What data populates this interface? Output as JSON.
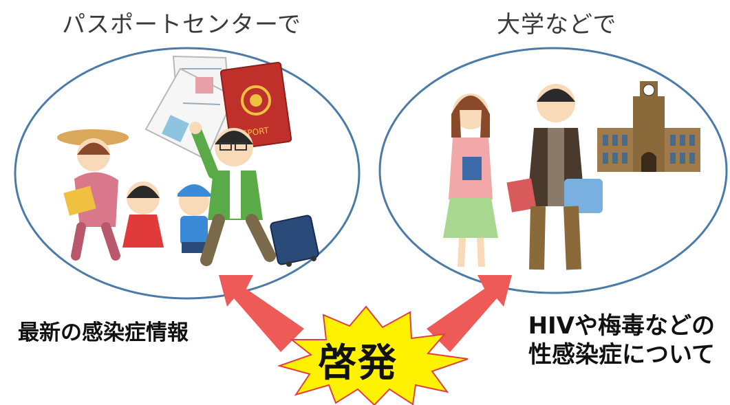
{
  "left": {
    "heading": "パスポートセンターで",
    "caption": "最新の感染症情報"
  },
  "right": {
    "heading": "大学などで",
    "caption_line1": "HIVや梅毒などの",
    "caption_line2": "性感染症について"
  },
  "center": {
    "label": "啓発"
  },
  "passport_text": "SPORT",
  "colors": {
    "ellipse_stroke": "#4a7aa8",
    "arrow": "#ee5a58",
    "burst_fill": "#fff200",
    "burst_stroke": "#e04040"
  }
}
